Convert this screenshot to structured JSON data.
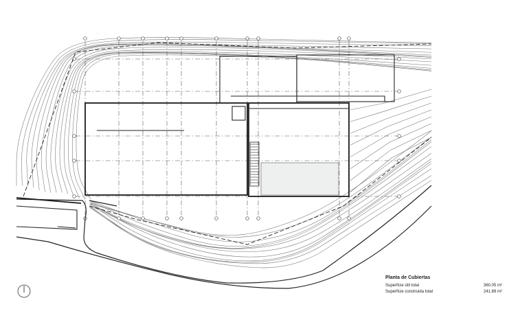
{
  "drawing": {
    "title": "Planta de Cubiertas",
    "rows": [
      {
        "label": "Superficie útil total",
        "value": "360.05 m²"
      },
      {
        "label": "Superficie construida total",
        "value": "241.89 m²"
      }
    ]
  },
  "colors": {
    "line": "#222222",
    "contour": "#6f6f6f",
    "shaded_area": "#eef0ef"
  },
  "icons": [
    "north-arrow-icon"
  ]
}
